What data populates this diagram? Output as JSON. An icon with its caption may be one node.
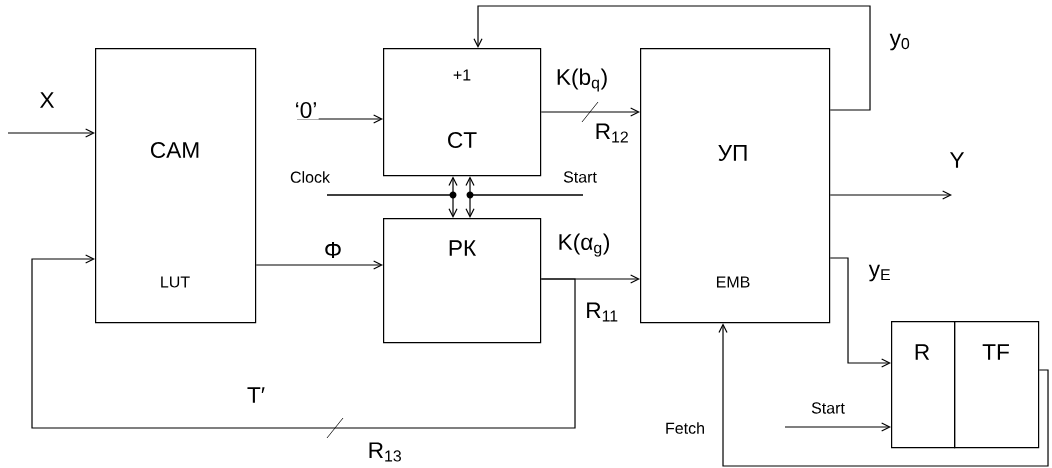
{
  "diagram": {
    "nodes": [
      {
        "text": [
          "CAM",
          "LUT"
        ]
      },
      {
        "text": [
          "+1",
          "CT"
        ]
      },
      {
        "text": [
          "РК"
        ]
      },
      {
        "text": [
          "УП",
          "EMB"
        ]
      },
      {
        "text": [
          "R"
        ]
      },
      {
        "text": [
          "TF"
        ]
      }
    ],
    "edges": [
      {
        "from": null,
        "to": 0,
        "arrow": "to",
        "label": "X"
      },
      {
        "from": null,
        "to": 1,
        "arrow": "to",
        "label": "‘0’"
      },
      {
        "from": null,
        "to": 1,
        "arrow": "to",
        "label": "Clock"
      },
      {
        "from": null,
        "to": 2,
        "arrow": "to"
      },
      {
        "from": null,
        "to": 1,
        "arrow": "to",
        "label": "Start"
      },
      {
        "from": null,
        "to": 2,
        "arrow": "to"
      },
      {
        "from": 0,
        "to": 2,
        "arrow": "to",
        "label": "Φ"
      },
      {
        "from": 1,
        "to": 3,
        "arrow": "to",
        "label": "K(b$_{q}$)"
      },
      {
        "from": 2,
        "to": 3,
        "arrow": "to",
        "label": "K(α$_{g}$)"
      },
      {
        "from": 2,
        "to": 0,
        "arrow": "to",
        "label": "T′"
      },
      {
        "from": 3,
        "to": 1,
        "arrow": "to",
        "label": "y$_{0}$"
      },
      {
        "from": 3,
        "to": null,
        "arrow": "to",
        "label": "Y"
      },
      {
        "from": 3,
        "to": 4,
        "arrow": "to",
        "label": "y$_{E}$"
      },
      {
        "from": null,
        "to": 4,
        "arrow": "to",
        "label": "Start"
      },
      {
        "from": 5,
        "to": 3,
        "arrow": "to",
        "label": "Fetch"
      }
    ],
    "labels": [
      "R$_{12}$",
      "R$_{11}$",
      "R$_{13}$"
    ]
  }
}
